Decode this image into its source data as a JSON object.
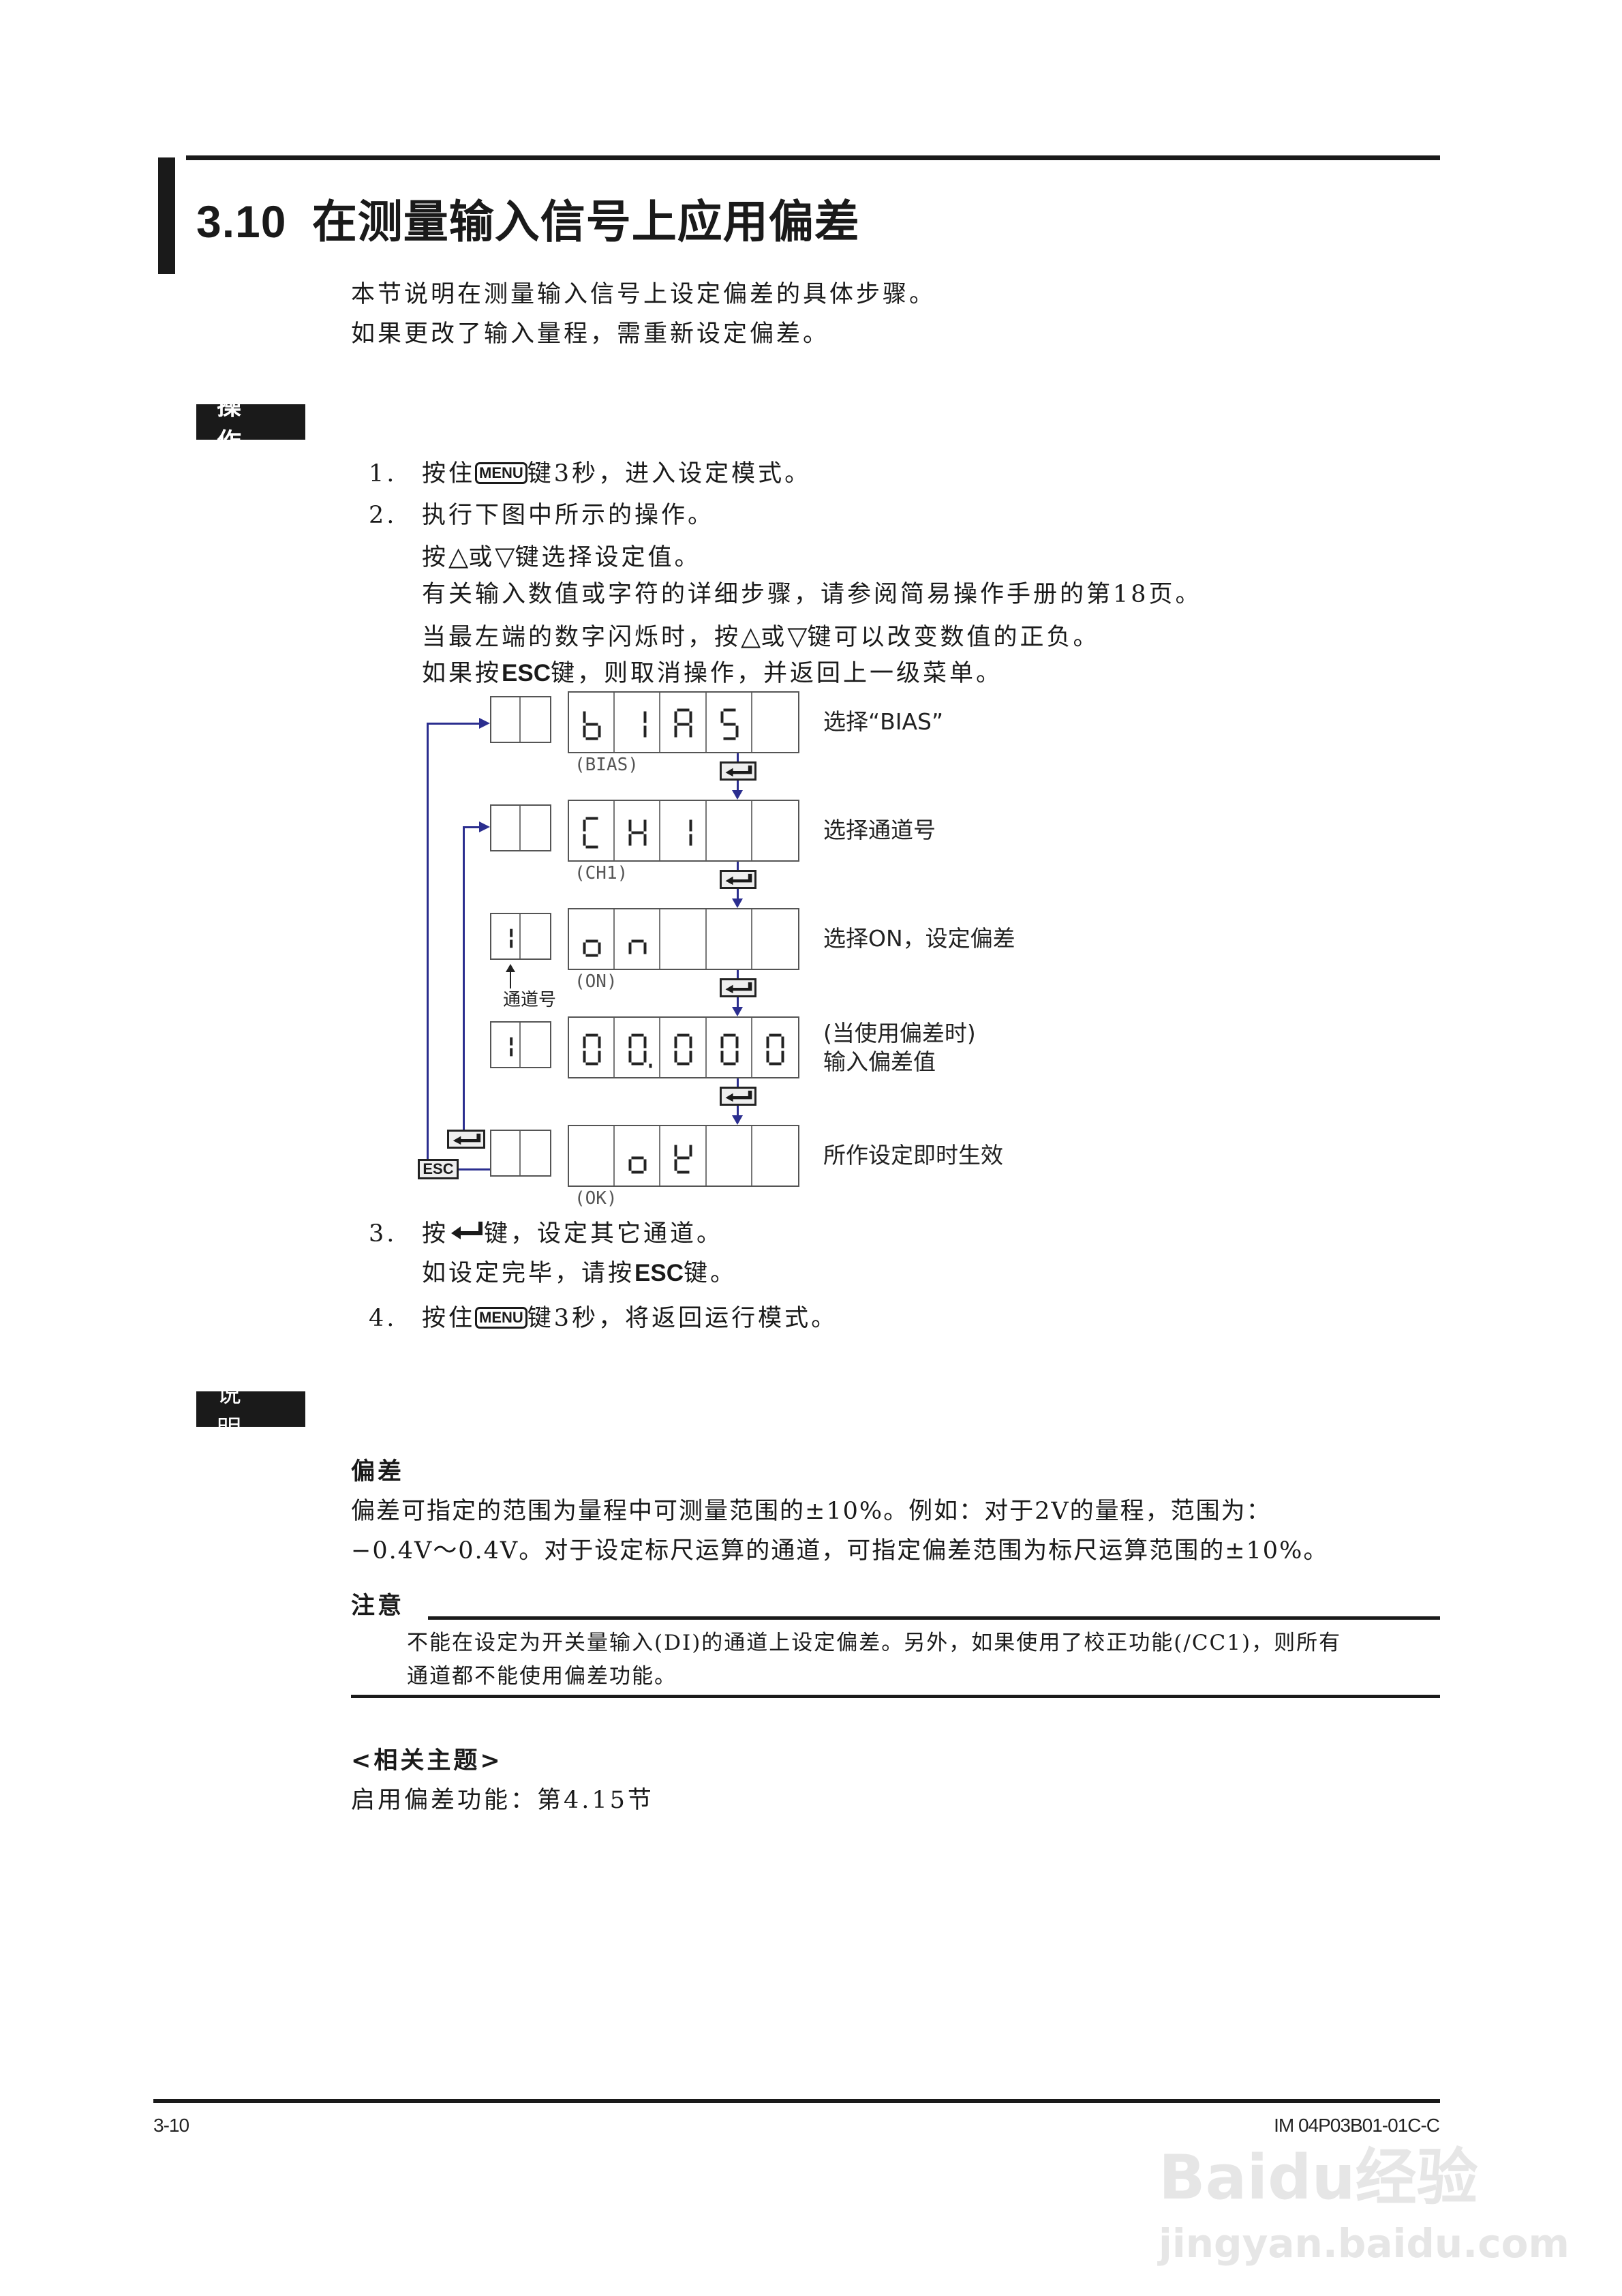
{
  "section": {
    "number": "3.10",
    "title": "在测量输入信号上应用偏差"
  },
  "intro": [
    "本节说明在测量输入信号上设定偏差的具体步骤。",
    "如果更改了输入量程，需重新设定偏差。"
  ],
  "operation_label": "操 作",
  "steps": {
    "s1": {
      "num": "1.",
      "a": "按住",
      "key": "MENU",
      "b": "键3秒，进入设定模式。"
    },
    "s2": {
      "num": "2.",
      "line1": "执行下图中所示的操作。",
      "line2a": "按",
      "up": "△",
      "or": "或",
      "down": "▽",
      "line2b": "键选择设定值。",
      "line3": "有关输入数值或字符的详细步骤，请参阅简易操作手册的第18页。",
      "line4a": "当最左端的数字闪烁时，按",
      "line4b": "键可以改变数值的正负。",
      "line5a": "如果按",
      "esc": "ESC",
      "line5b": "键，则取消操作，并返回上一级菜单。"
    },
    "s3": {
      "num": "3.",
      "a": "按",
      "b": "键，设定其它通道。",
      "line2a": "如设定完毕，请按",
      "esc": "ESC",
      "line2b": "键。"
    },
    "s4": {
      "num": "4.",
      "a": "按住",
      "key": "MENU",
      "b": "键3秒，将返回运行模式。"
    }
  },
  "diagram": {
    "rows": [
      {
        "left": [
          "",
          ""
        ],
        "cells": [
          "b",
          "1",
          "A",
          "S",
          ""
        ],
        "dp": -1,
        "caption": "(BIAS)",
        "label": [
          "选择“BIAS”"
        ]
      },
      {
        "left": [
          "",
          ""
        ],
        "cells": [
          "C",
          "H",
          "1",
          "",
          ""
        ],
        "dp": -1,
        "caption": "(CH1)",
        "label": [
          "选择通道号"
        ]
      },
      {
        "left": [
          "1",
          ""
        ],
        "cells": [
          "o",
          "n",
          "",
          "",
          ""
        ],
        "dp": -1,
        "caption": "(ON)",
        "label": [
          "选择ON，设定偏差"
        ]
      },
      {
        "left": [
          "1",
          ""
        ],
        "cells": [
          "0",
          "0",
          "0",
          "0",
          "0"
        ],
        "dp": 1,
        "caption": "",
        "label": [
          "(当使用偏差时)",
          "输入偏差值"
        ]
      },
      {
        "left": [
          "",
          ""
        ],
        "cells": [
          "",
          "o",
          "k",
          "",
          ""
        ],
        "dp": -1,
        "caption": "(OK)",
        "label": [
          "所作设定即时生效"
        ]
      }
    ],
    "channel_label": "通道号",
    "esc_key": "ESC",
    "line_color": "#2b2e8f"
  },
  "explanation_label": "说 明",
  "bias": {
    "heading": "偏差",
    "lines": [
      "偏差可指定的范围为量程中可测量范围的±10%。例如：对于2V的量程，范围为：",
      "−0.4V～0.4V。对于设定标尺运算的通道，可指定偏差范围为标尺运算范围的±10%。"
    ]
  },
  "note": {
    "heading": "注意",
    "lines": [
      "不能在设定为开关量输入(DI)的通道上设定偏差。另外，如果使用了校正功能(/CC1)，则所有",
      "通道都不能使用偏差功能。"
    ]
  },
  "related": {
    "heading": "<相关主题>",
    "item": "启用偏差功能：第4.15节"
  },
  "footer": {
    "page": "3-10",
    "doc_id": "IM 04P03B01-01C-C"
  },
  "watermark": {
    "brand": "Baidu经验",
    "url": "jingyan.baidu.com"
  }
}
